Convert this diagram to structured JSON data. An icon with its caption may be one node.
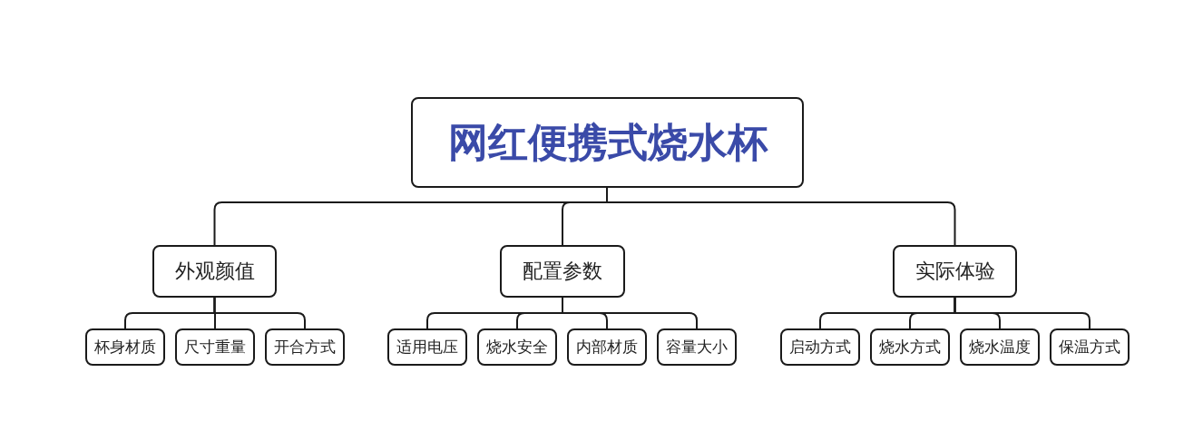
{
  "diagram": {
    "nodes": [
      {
        "text": [
          "网红便携式烧水杯"
        ]
      },
      {
        "text": [
          "外观颜值"
        ]
      },
      {
        "text": [
          "配置参数"
        ]
      },
      {
        "text": [
          "实际体验"
        ]
      },
      {
        "text": [
          "杯身材质"
        ]
      },
      {
        "text": [
          "尺寸重量"
        ]
      },
      {
        "text": [
          "开合方式"
        ]
      },
      {
        "text": [
          "适用电压"
        ]
      },
      {
        "text": [
          "烧水安全"
        ]
      },
      {
        "text": [
          "内部材质"
        ]
      },
      {
        "text": [
          "容量大小"
        ]
      },
      {
        "text": [
          "启动方式"
        ]
      },
      {
        "text": [
          "烧水方式"
        ]
      },
      {
        "text": [
          "烧水温度"
        ]
      },
      {
        "text": [
          "保温方式"
        ]
      }
    ],
    "edges": [
      {
        "from": 0,
        "to": 1,
        "arrow": "none"
      },
      {
        "from": 0,
        "to": 2,
        "arrow": "none"
      },
      {
        "from": 0,
        "to": 3,
        "arrow": "none"
      },
      {
        "from": 1,
        "to": 4,
        "arrow": "none"
      },
      {
        "from": 1,
        "to": 5,
        "arrow": "none"
      },
      {
        "from": 1,
        "to": 6,
        "arrow": "none"
      },
      {
        "from": 2,
        "to": 7,
        "arrow": "none"
      },
      {
        "from": 2,
        "to": 8,
        "arrow": "none"
      },
      {
        "from": 2,
        "to": 9,
        "arrow": "none"
      },
      {
        "from": 2,
        "to": 10,
        "arrow": "none"
      },
      {
        "from": 3,
        "to": 11,
        "arrow": "none"
      },
      {
        "from": 3,
        "to": 12,
        "arrow": "none"
      },
      {
        "from": 3,
        "to": 13,
        "arrow": "none"
      },
      {
        "from": 3,
        "to": 14,
        "arrow": "none"
      }
    ]
  }
}
